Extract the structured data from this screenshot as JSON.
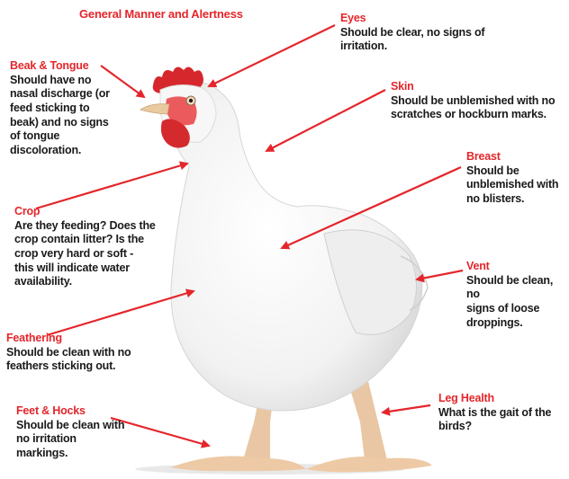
{
  "title": "General Manner and Alertness",
  "colors": {
    "accent": "#e4262b",
    "text": "#1a1a1a",
    "arrow": "#e4262b"
  },
  "labels": {
    "eyes": {
      "title": "Eyes",
      "desc": [
        "Should be clear, no signs of",
        "irritation."
      ]
    },
    "beak": {
      "title": "Beak & Tongue",
      "desc": [
        "Should have no",
        "nasal discharge (or",
        "feed sticking to",
        "beak) and no signs",
        "of tongue",
        "discoloration."
      ]
    },
    "skin": {
      "title": "Skin",
      "desc": [
        "Should be unblemished with no",
        "scratches or hockburn marks."
      ]
    },
    "breast": {
      "title": "Breast",
      "desc": [
        "Should be",
        "unblemished with",
        "no blisters."
      ]
    },
    "crop": {
      "title": "Crop",
      "desc": [
        "Are they feeding? Does the",
        "crop contain litter? Is the",
        "crop very hard or soft  -",
        "this will indicate water",
        "availability."
      ]
    },
    "vent": {
      "title": "Vent",
      "desc": [
        "Should be clean, no",
        "signs of loose",
        "droppings."
      ]
    },
    "feathering": {
      "title": "Feathering",
      "desc": [
        "Should be clean with no",
        "feathers sticking out."
      ]
    },
    "leg": {
      "title": "Leg Health",
      "desc": [
        "What is the gait of the",
        "birds?"
      ]
    },
    "feet": {
      "title": "Feet & Hocks",
      "desc": [
        "Should be clean with",
        "no irritation",
        "markings."
      ]
    }
  }
}
